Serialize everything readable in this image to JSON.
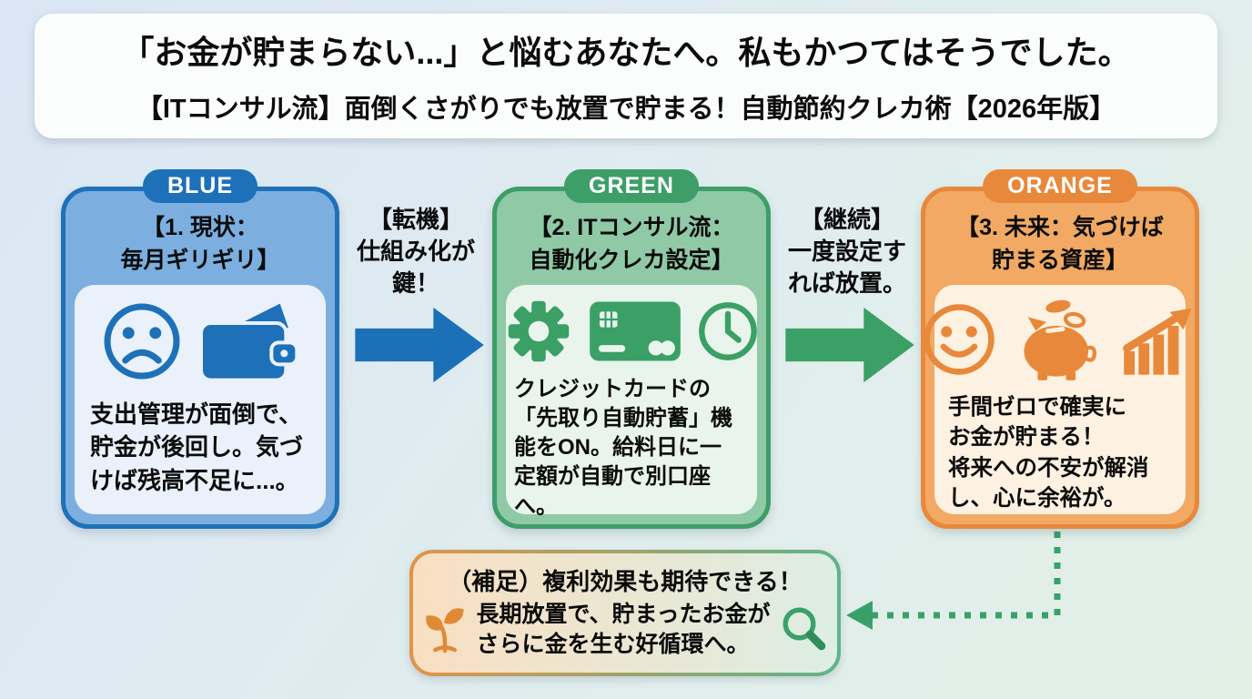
{
  "page": {
    "background_gradient": [
      "#dbe6f5",
      "#e3f0e6"
    ],
    "text_color": "#0c0c0c"
  },
  "header": {
    "title": "「お金が貯まらない...」と悩むあなたへ。私もかつてはそうでした。",
    "subtitle": "【ITコンサル流】面倒くさがりでも放置で貯まる！自動節約クレカ術【2026年版】"
  },
  "cards": [
    {
      "badge": "BLUE",
      "accent": "#1e71b8",
      "fill": "#7cafdf",
      "panel": "#eaf1fa",
      "title_lines": [
        "【1. 現状：",
        "毎月ギリギリ】"
      ],
      "icons": [
        "sad-face-icon",
        "wallet-icon"
      ],
      "body_lines": [
        "支出管理が面倒で、",
        "貯金が後回し。気づ",
        "けば残高不足に...。"
      ]
    },
    {
      "badge": "GREEN",
      "accent": "#3d9e68",
      "fill": "#90c9a5",
      "panel": "#e9f4ec",
      "title_lines": [
        "【2. ITコンサル流：",
        "自動化クレカ設定】"
      ],
      "icons": [
        "gear-icon",
        "credit-card-icon",
        "clock-icon"
      ],
      "body_lines": [
        "クレジットカードの",
        "「先取り自動貯蓄」機",
        "能をON。給料日に一",
        "定額が自動で別口座へ。"
      ]
    },
    {
      "badge": "ORANGE",
      "accent": "#e8883a",
      "fill": "#f1a963",
      "panel": "#fdf1e1",
      "title_lines": [
        "【3. 未来：気づけば",
        "貯まる資産】"
      ],
      "icons": [
        "smiley-face-icon",
        "piggy-bank-icon",
        "growth-chart-icon"
      ],
      "body_lines": [
        "手間ゼロで確実に",
        "お金が貯まる！",
        "将来への不安が解消",
        "し、心に余裕が。"
      ]
    }
  ],
  "transitions": [
    {
      "label_lines": [
        "【転機】",
        "仕組み化が",
        "鍵！"
      ],
      "arrow_color": "#1b70b8"
    },
    {
      "label_lines": [
        "【継続】",
        "一度設定す",
        "れば放置。"
      ],
      "arrow_color": "#3aa066"
    }
  ],
  "note": {
    "title": "（補足）複利効果も期待できる！",
    "body_lines": [
      "長期放置で、貯まったお金が",
      "さらに金を生む好循環へ。"
    ],
    "icons": [
      "sprout-icon",
      "magnifier-icon"
    ],
    "border_gradient": [
      "#e0944a",
      "#5fb389"
    ],
    "fill_gradient": [
      "#f9dfc2",
      "#ddeee3"
    ],
    "connector_color": "#3aa06a"
  }
}
